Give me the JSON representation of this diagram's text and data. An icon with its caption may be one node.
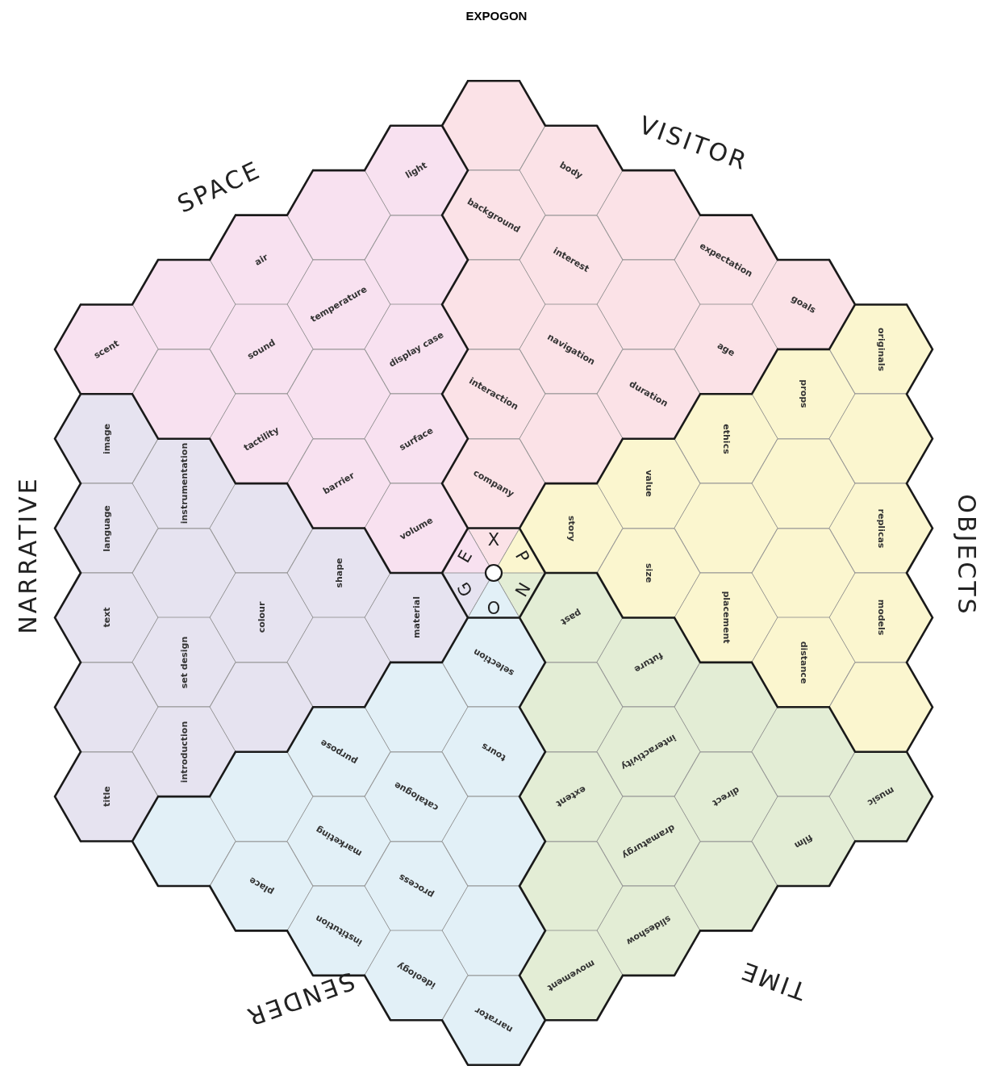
{
  "diagram": {
    "title": "EXPOGON",
    "nodes": [
      {
        "text": [],
        "shape": "hexagon"
      },
      {
        "text": [
          "light"
        ]
      },
      {
        "text": [
          "body"
        ]
      },
      {
        "text": [],
        "shape": "hexagon"
      },
      {
        "text": [
          "background"
        ]
      },
      {
        "text": [],
        "shape": "hexagon"
      },
      {
        "text": [
          "air"
        ]
      },
      {
        "text": [],
        "shape": "hexagon"
      },
      {
        "text": [
          "interest"
        ]
      },
      {
        "text": [
          "expectation"
        ]
      },
      {
        "text": [],
        "shape": "hexagon"
      },
      {
        "text": [
          "temperature"
        ]
      },
      {
        "text": [],
        "shape": "hexagon"
      },
      {
        "text": [],
        "shape": "hexagon"
      },
      {
        "text": [
          "goals"
        ]
      },
      {
        "text": [
          "scent"
        ]
      },
      {
        "text": [
          "sound"
        ]
      },
      {
        "text": [
          "display case"
        ]
      },
      {
        "text": [
          "navigation"
        ]
      },
      {
        "text": [
          "age"
        ]
      },
      {
        "text": [
          "originals"
        ]
      },
      {
        "text": [],
        "shape": "hexagon"
      },
      {
        "text": [],
        "shape": "hexagon"
      },
      {
        "text": [
          "interaction"
        ]
      },
      {
        "text": [
          "duration"
        ]
      },
      {
        "text": [
          "props"
        ]
      },
      {
        "text": [
          "image"
        ]
      },
      {
        "text": [
          "tactility"
        ]
      },
      {
        "text": [
          "surface"
        ]
      },
      {
        "text": [],
        "shape": "hexagon"
      },
      {
        "text": [
          "ethics"
        ]
      },
      {
        "text": [],
        "shape": "hexagon"
      },
      {
        "text": [
          "instrumentation"
        ]
      },
      {
        "text": [
          "barrier"
        ]
      },
      {
        "text": [
          "company"
        ]
      },
      {
        "text": [
          "value"
        ]
      },
      {
        "text": [],
        "shape": "hexagon"
      },
      {
        "text": [
          "language"
        ]
      },
      {
        "text": [],
        "shape": "hexagon"
      },
      {
        "text": [
          "volume"
        ]
      },
      {
        "text": [
          "story"
        ]
      },
      {
        "text": [],
        "shape": "hexagon"
      },
      {
        "text": [
          "replicas"
        ]
      },
      {
        "text": [],
        "shape": "hexagon"
      },
      {
        "text": [
          "shape"
        ]
      },
      {
        "text": [
          "size"
        ]
      },
      {
        "text": [],
        "shape": "hexagon"
      },
      {
        "text": [
          "text"
        ]
      },
      {
        "text": [
          "colour"
        ]
      },
      {
        "text": [
          "material"
        ]
      },
      {
        "text": [
          "past"
        ]
      },
      {
        "text": [
          "placement"
        ]
      },
      {
        "text": [
          "models"
        ]
      },
      {
        "text": [
          "set design"
        ]
      },
      {
        "text": [],
        "shape": "hexagon"
      },
      {
        "text": [
          "selection"
        ]
      },
      {
        "text": [
          "future"
        ]
      },
      {
        "text": [
          "distance"
        ]
      },
      {
        "text": [],
        "shape": "hexagon"
      },
      {
        "text": [],
        "shape": "hexagon"
      },
      {
        "text": [],
        "shape": "hexagon"
      },
      {
        "text": [],
        "shape": "hexagon"
      },
      {
        "text": [],
        "shape": "hexagon"
      },
      {
        "text": [],
        "shape": "hexagon"
      },
      {
        "text": [
          "introduction"
        ]
      },
      {
        "text": [
          "purpose"
        ]
      },
      {
        "text": [
          "tours"
        ]
      },
      {
        "text": [
          "interactivity"
        ]
      },
      {
        "text": [],
        "shape": "hexagon"
      },
      {
        "text": [
          "title"
        ]
      },
      {
        "text": [],
        "shape": "hexagon"
      },
      {
        "text": [
          "catalogue"
        ]
      },
      {
        "text": [
          "extent"
        ]
      },
      {
        "text": [
          "direct"
        ]
      },
      {
        "text": [
          "music"
        ]
      },
      {
        "text": [],
        "shape": "hexagon"
      },
      {
        "text": [
          "marketing"
        ]
      },
      {
        "text": [],
        "shape": "hexagon"
      },
      {
        "text": [
          "dramaturgy"
        ]
      },
      {
        "text": [
          "film"
        ]
      },
      {
        "text": [
          "place"
        ]
      },
      {
        "text": [
          "process"
        ]
      },
      {
        "text": [],
        "shape": "hexagon"
      },
      {
        "text": [],
        "shape": "hexagon"
      },
      {
        "text": [
          "institution"
        ]
      },
      {
        "text": [],
        "shape": "hexagon"
      },
      {
        "text": [
          "slideshow"
        ]
      },
      {
        "text": [
          "ideology"
        ]
      },
      {
        "text": [
          "movement"
        ]
      },
      {
        "text": [
          "narrator"
        ]
      },
      {
        "text": [
          "X"
        ]
      },
      {
        "text": [
          "E"
        ]
      },
      {
        "text": [
          "P"
        ]
      },
      {
        "text": [
          "G"
        ]
      },
      {
        "text": [
          "N"
        ]
      },
      {
        "text": [
          "O"
        ]
      }
    ],
    "labels": [
      "VISITOR",
      "SPACE",
      "NARRATIVE",
      "OBJECTS",
      "TIME",
      "SENDER"
    ]
  }
}
